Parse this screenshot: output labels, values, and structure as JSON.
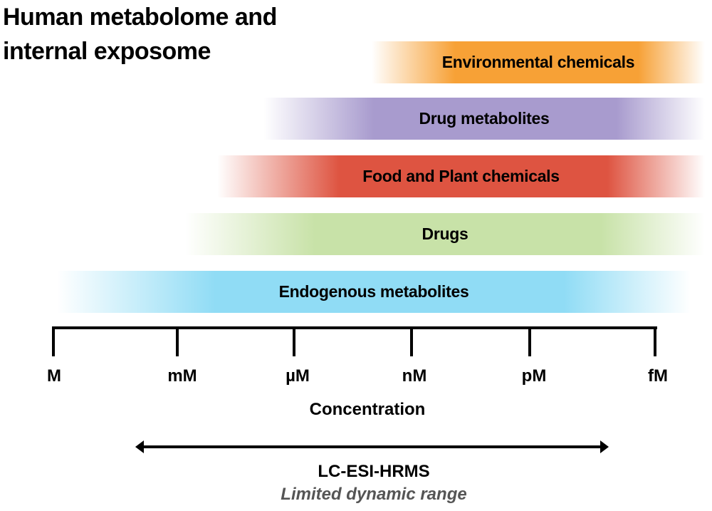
{
  "title": "Human metabolome and\ninternal exposome",
  "bands": [
    {
      "id": "env",
      "label": "Environmental chemicals",
      "color": "#f7a136"
    },
    {
      "id": "drugmet",
      "label": "Drug metabolites",
      "color": "#a89bce"
    },
    {
      "id": "food",
      "label": "Food and Plant chemicals",
      "color": "#de5441"
    },
    {
      "id": "drugs",
      "label": "Drugs",
      "color": "#c8e2a8"
    },
    {
      "id": "endo",
      "label": "Endogenous metabolites",
      "color": "#90dcf5"
    }
  ],
  "axis": {
    "ticks": [
      "M",
      "mM",
      "µM",
      "nM",
      "pM",
      "fM"
    ],
    "title": "Concentration"
  },
  "range_arrow": {
    "from": "between M and mM",
    "to": "between pM and fM"
  },
  "method": {
    "name": "LC-ESI-HRMS",
    "note": "Limited dynamic range"
  }
}
